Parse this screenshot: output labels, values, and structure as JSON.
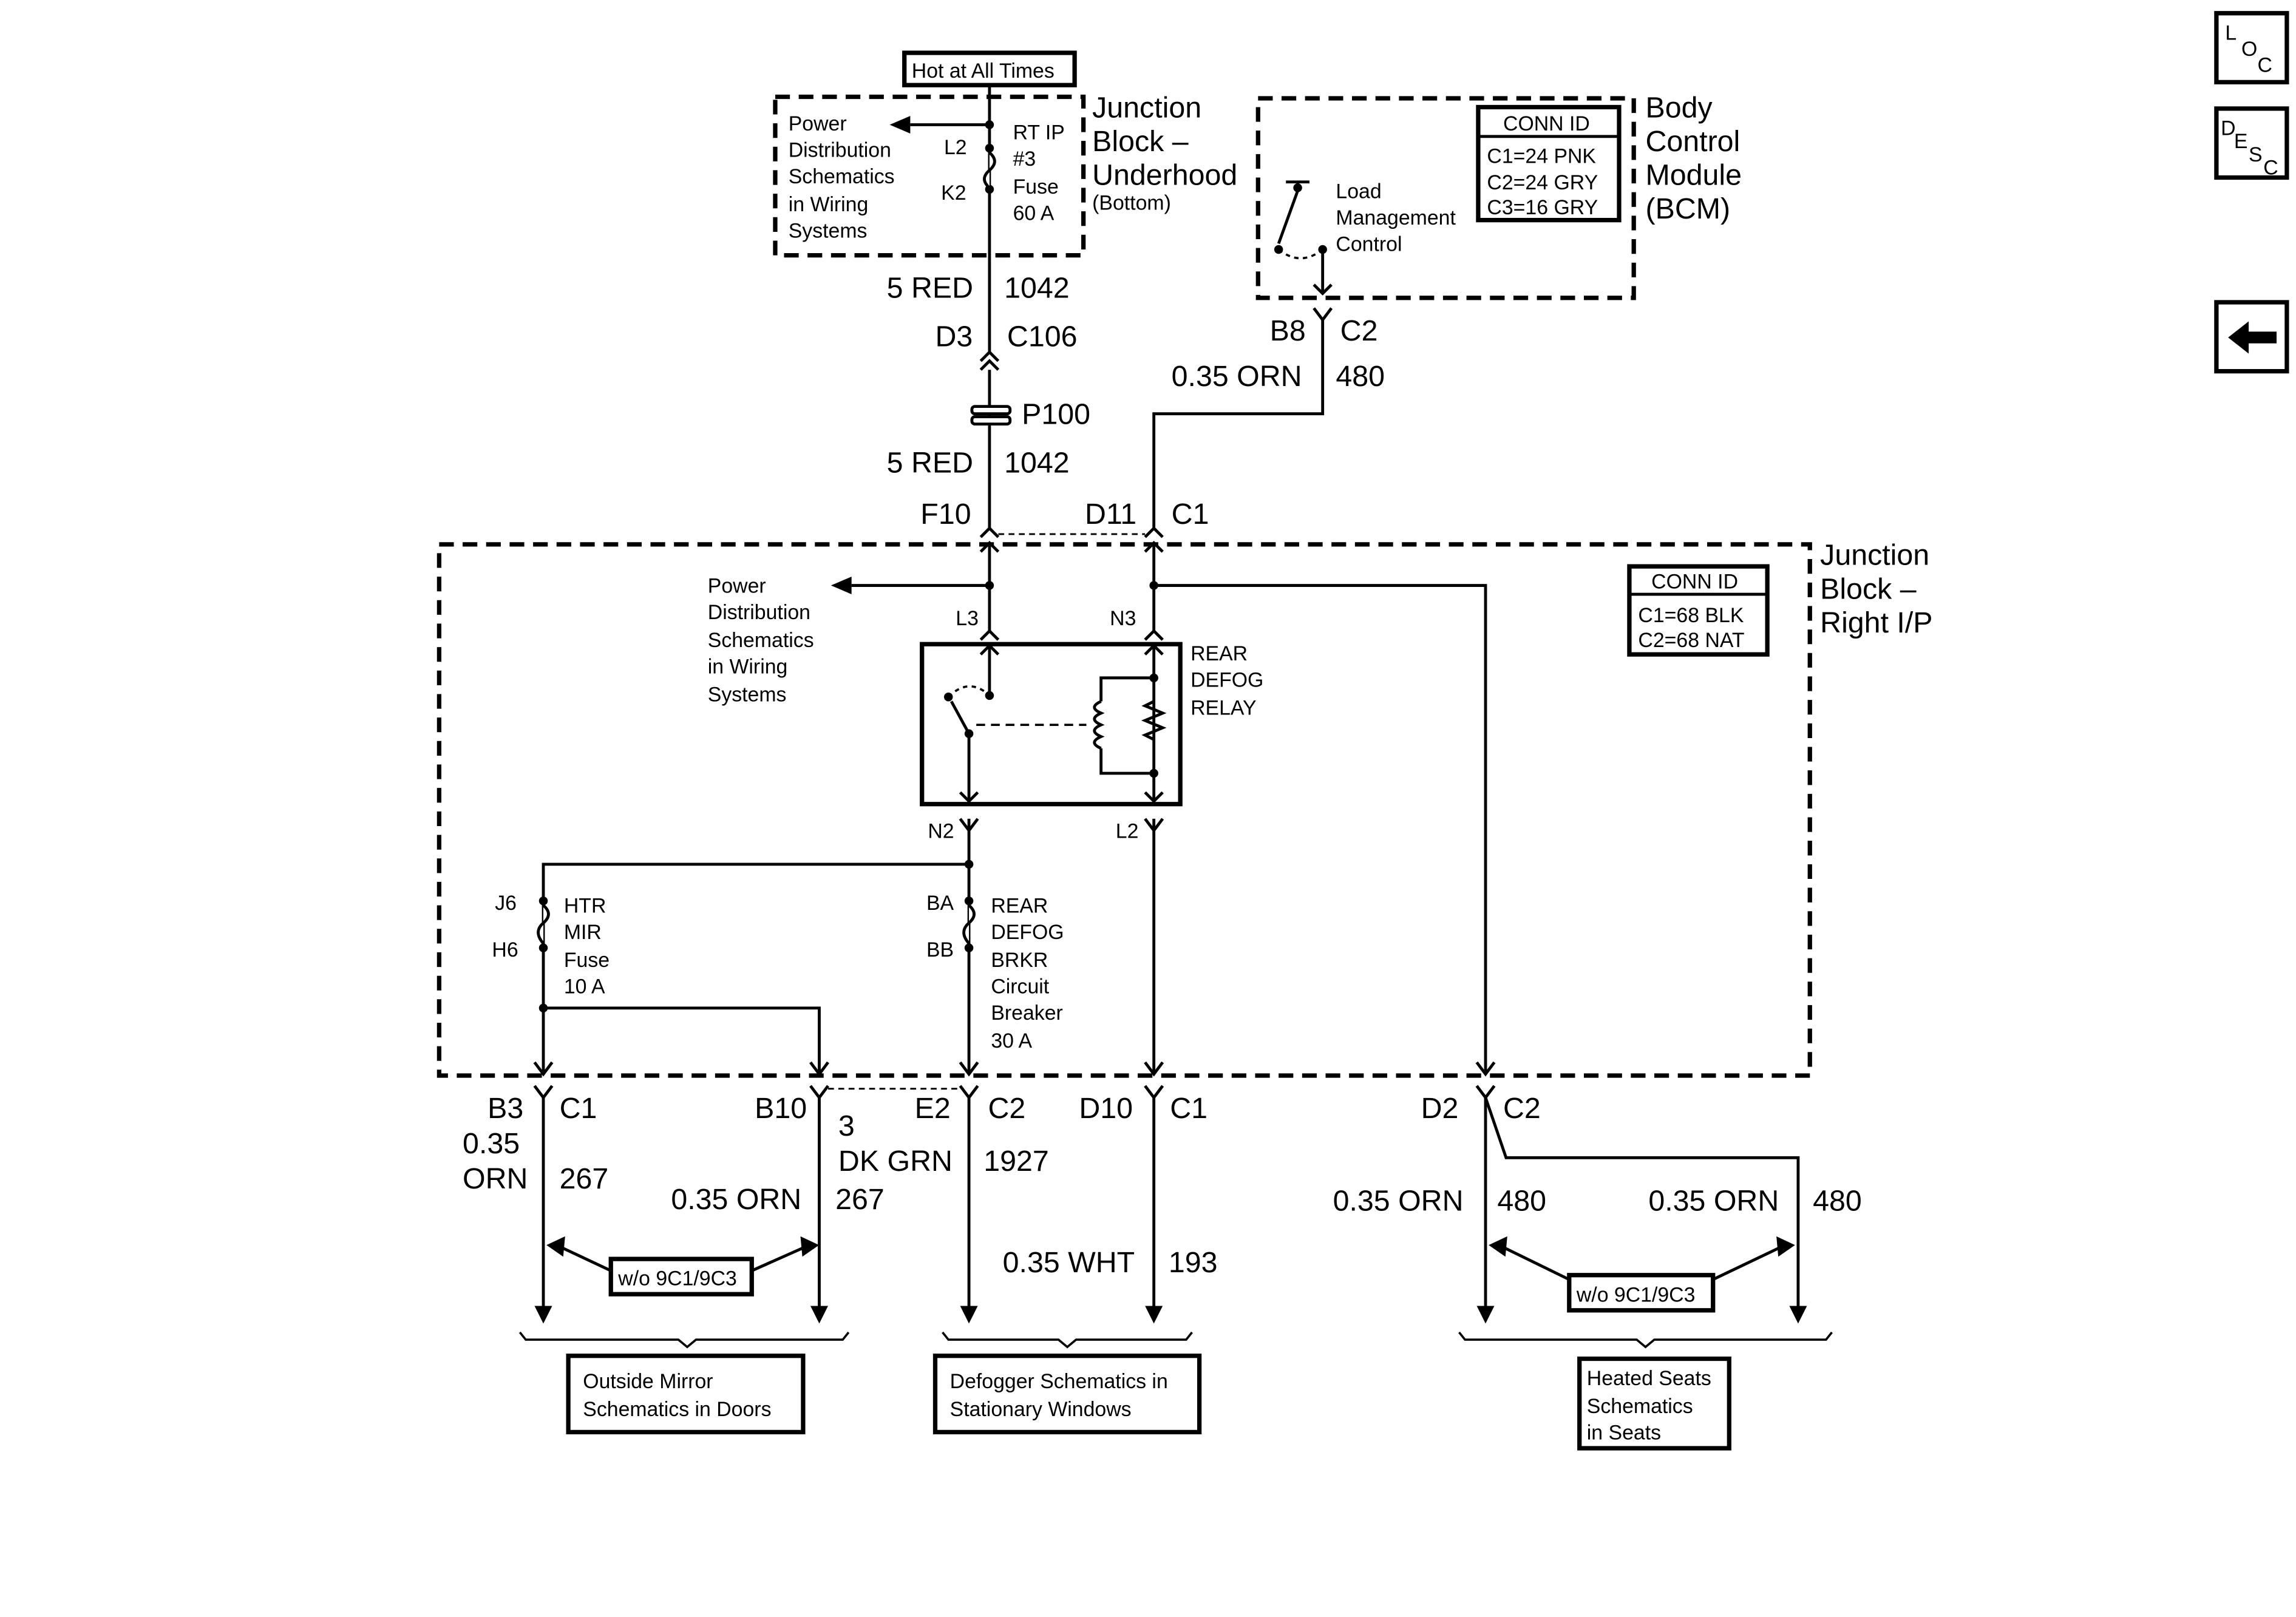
{
  "header": {
    "hot_at_all_times": "Hot at All Times"
  },
  "junction_block_underhood": {
    "title_line1": "Junction",
    "title_line2": "Block –",
    "title_line3": "Underhood",
    "title_line4": "(Bottom)",
    "power_dist": [
      "Power",
      "Distribution",
      "Schematics",
      "in Wiring",
      "Systems"
    ],
    "fuse_label": [
      "RT IP",
      "#3",
      "Fuse",
      "60 A"
    ],
    "pin_top": "L2",
    "pin_bottom": "K2"
  },
  "bcm": {
    "title": [
      "Body",
      "Control",
      "Module",
      "(BCM)"
    ],
    "conn_id_title": "CONN ID",
    "conn_ids": [
      "C1=24 PNK",
      "C2=24 GRY",
      "C3=16 GRY"
    ],
    "switch_label": [
      "Load",
      "Management",
      "Control"
    ],
    "pin": "B8",
    "connector": "C2"
  },
  "wires": {
    "w1042_top_gauge": "5 RED",
    "w1042_top_circuit": "1042",
    "c106_pin": "D3",
    "c106": "C106",
    "p100": "P100",
    "w1042_bottom_gauge": "5 RED",
    "w1042_bottom_circuit": "1042",
    "w480_gauge": "0.35 ORN",
    "w480_circuit": "480",
    "f10": "F10",
    "d11": "D11",
    "c1_top": "C1"
  },
  "junction_block_ip": {
    "title": [
      "Junction",
      "Block –",
      "Right I/P"
    ],
    "conn_id_title": "CONN ID",
    "conn_ids": [
      "C1=68 BLK",
      "C2=68 NAT"
    ],
    "power_dist": [
      "Power",
      "Distribution",
      "Schematics",
      "in Wiring",
      "Systems"
    ],
    "pin_l3": "L3",
    "pin_n3": "N3",
    "relay_label": [
      "REAR",
      "DEFOG",
      "RELAY"
    ],
    "pin_n2": "N2",
    "pin_l2": "L2",
    "htr_fuse_pins": [
      "J6",
      "H6"
    ],
    "htr_fuse_label": [
      "HTR",
      "MIR",
      "Fuse",
      "10 A"
    ],
    "brkr_pins": [
      "BA",
      "BB"
    ],
    "brkr_label": [
      "REAR",
      "DEFOG",
      "BRKR",
      "Circuit",
      "Breaker",
      "30 A"
    ]
  },
  "bottom": {
    "b3": "B3",
    "b3_conn": "C1",
    "b10": "B10",
    "e2": "E2",
    "e2_conn": "C2",
    "d10": "D10",
    "d10_conn": "C1",
    "d2": "D2",
    "d2_conn": "C2",
    "w267a_gauge": [
      "0.35",
      "ORN"
    ],
    "w267a_circuit": "267",
    "w267b_gauge": "0.35 ORN",
    "w267b_circuit": "267",
    "w1927_gauge": [
      "3",
      "DK GRN"
    ],
    "w1927_circuit": "1927",
    "w193_gauge": "0.35 WHT",
    "w193_circuit": "193",
    "w480a_gauge": "0.35 ORN",
    "w480a_circuit": "480",
    "w480b_gauge": "0.35 ORN",
    "w480b_circuit": "480",
    "option_left": "w/o 9C1/9C3",
    "option_right": "w/o 9C1/9C3",
    "dest_mirror": [
      "Outside Mirror",
      "Schematics in Doors"
    ],
    "dest_defog": [
      "Defogger Schematics in",
      "Stationary Windows"
    ],
    "dest_seats": [
      "Heated Seats",
      "Schematics",
      "in Seats"
    ]
  },
  "nav": {
    "loc_letters": [
      "L",
      "O",
      "C"
    ],
    "desc_letters": [
      "D",
      "E",
      "S",
      "C"
    ]
  }
}
